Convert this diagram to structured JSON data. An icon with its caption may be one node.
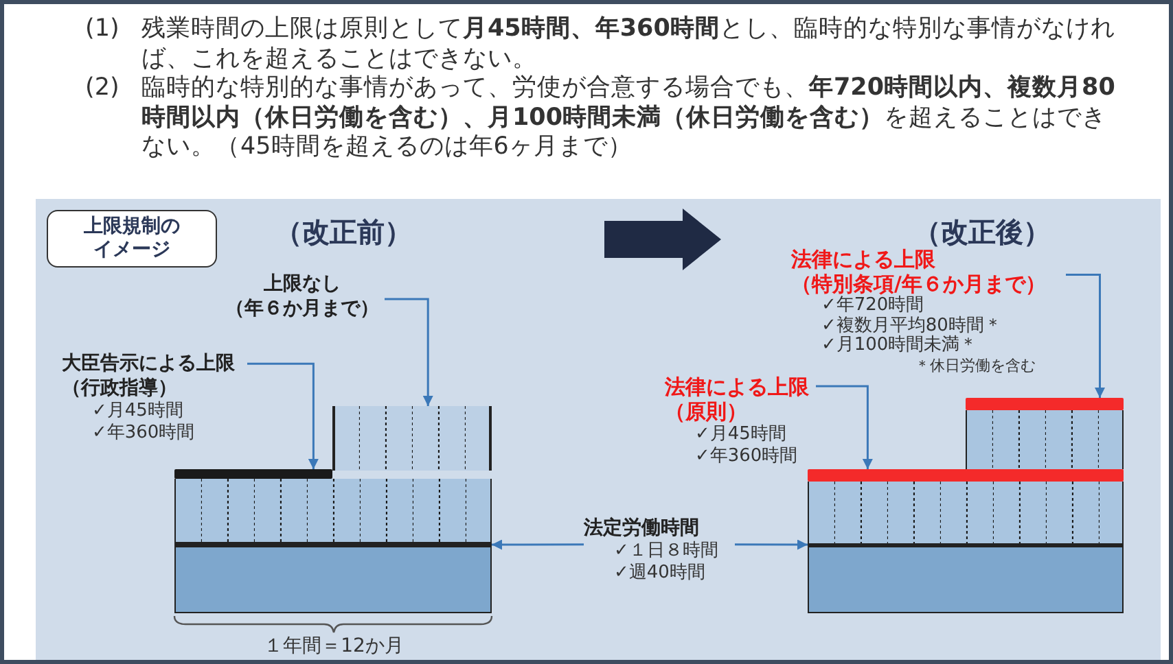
{
  "diagram": {
    "nodes": [
      {
        "text": [
          "上限規制のイメージ"
        ]
      },
      {
        "text": [
          "（改正前）"
        ]
      },
      {
        "text": [
          "（改正後）"
        ]
      },
      {
        "text": [
          "上限なし（年６か月まで）"
        ]
      },
      {
        "text": [
          "大臣告示による上限（行政指導）",
          "✓月45時間",
          "✓年360時間"
        ]
      },
      {
        "text": [
          "法定労働時間",
          "✓１日８時間",
          "✓週40時間"
        ]
      },
      {
        "text": [
          "法律による上限（特別条項/年６か月まで）",
          "✓年720時間",
          "✓複数月平均80時間＊",
          "✓月100時間未満＊",
          "＊休日労働を含む"
        ]
      },
      {
        "text": [
          "法律による上限（原則）",
          "✓月45時間",
          "✓年360時間"
        ]
      },
      {
        "text": [],
        "shape": "box"
      },
      {
        "text": [],
        "shape": "bar"
      },
      {
        "text": [],
        "shape": "box"
      },
      {
        "text": [],
        "shape": "box"
      },
      {
        "text": [],
        "shape": "bar"
      },
      {
        "text": [],
        "shape": "bar"
      }
    ],
    "edges": [
      {
        "from": 3,
        "to": 8,
        "arrow": "to"
      },
      {
        "from": 4,
        "to": 9,
        "arrow": "to"
      },
      {
        "from": 5,
        "to": 10,
        "arrow": "to"
      },
      {
        "from": 5,
        "to": 11,
        "arrow": "to"
      },
      {
        "from": 6,
        "to": 12,
        "arrow": "to"
      },
      {
        "from": 7,
        "to": 13,
        "arrow": "to"
      }
    ],
    "labels": [
      "(1)",
      "残業時間の上限は原則として**月45時間、年360時間**とし、臨時的な特別な事情がなければ、これを超えることはできない。",
      "(2)",
      "臨時的な特別的な事情があって、労使が合意する場合でも、**年720時間以内、複数月80時間以内（休日労働を含む）、月100時間未満（休日労働を含む）**を超えることはできない。（45時間を超えるのは年6ヶ月まで）",
      "１年間＝12か月"
    ]
  }
}
